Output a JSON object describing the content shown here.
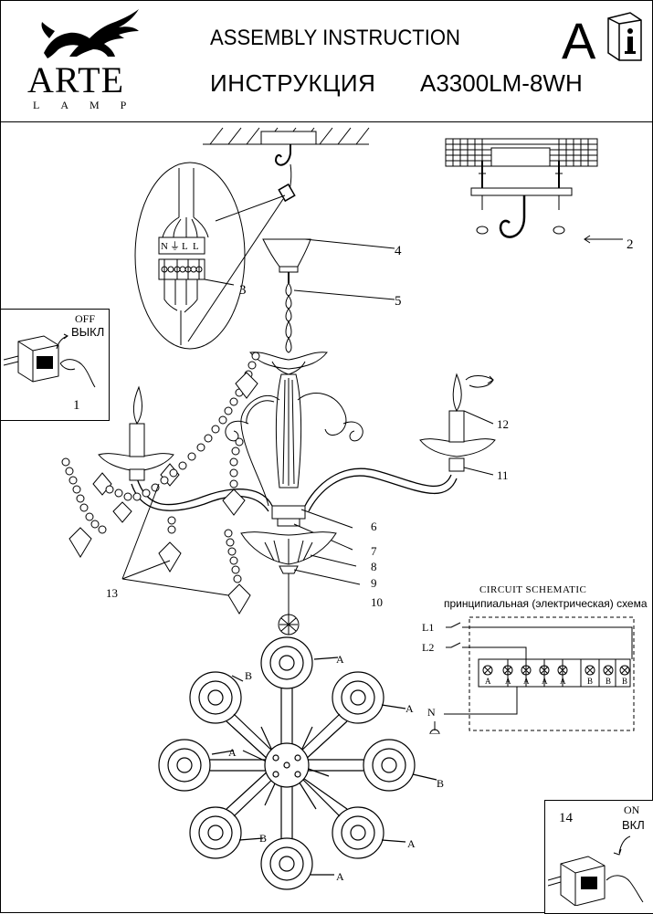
{
  "header": {
    "brand": "ARTE",
    "brand_sub": "LAMP",
    "title_en": "ASSEMBLY INSTRUCTION",
    "title_ru": "ИНСТРУКЦИЯ",
    "model": "A3300LM-8WH",
    "section_letter": "A"
  },
  "switch_off": {
    "step": "1",
    "label_en": "OFF",
    "label_ru": "ВЫКЛ"
  },
  "switch_on": {
    "step": "14",
    "label_en": "ON",
    "label_ru": "ВКЛ"
  },
  "callouts": [
    "2",
    "3",
    "4",
    "5",
    "6",
    "7",
    "8",
    "9",
    "10",
    "11",
    "12",
    "13"
  ],
  "terminal": {
    "labels": [
      "N",
      "⏚",
      "L",
      "L"
    ]
  },
  "circuit": {
    "title_en": "CIRCUIT SCHEMATIC",
    "title_ru": "принципиальная (электрическая) схема",
    "inputs": [
      "L1",
      "L2",
      "N"
    ],
    "lamp_groups": [
      "A",
      "A",
      "A",
      "A",
      "A",
      "B",
      "B",
      "B"
    ]
  },
  "top_view": {
    "labels": [
      "A",
      "B",
      "A",
      "A",
      "B",
      "B",
      "A",
      "A"
    ]
  },
  "colors": {
    "line": "#000000",
    "background": "#ffffff"
  }
}
